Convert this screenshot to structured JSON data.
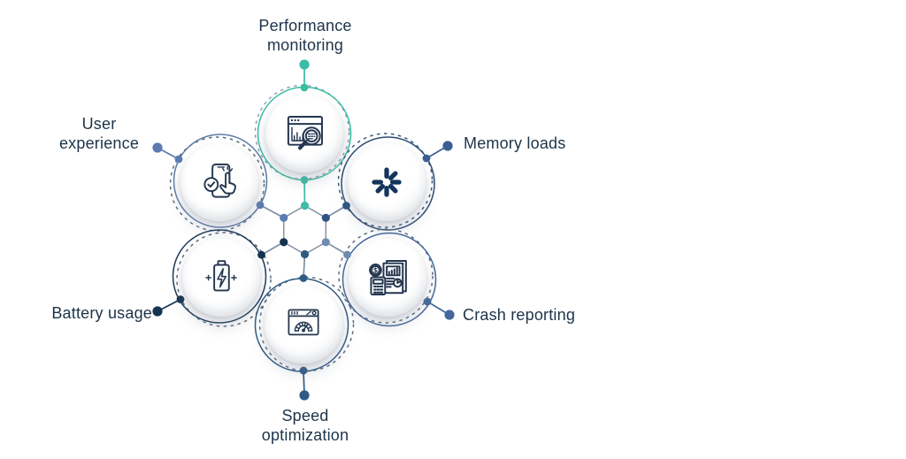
{
  "diagram": {
    "type": "radial-hub-infographic",
    "hub": {
      "shape": "hexagon-ring-with-colored-vertex-dots"
    },
    "nodes": [
      {
        "id": "performance-monitoring",
        "position": "top",
        "label": "Performance monitoring",
        "label_lines": [
          "Performance",
          "monitoring"
        ],
        "accent": "#3bbda5",
        "icon": "browser-analytics-magnifier-icon"
      },
      {
        "id": "user-experience",
        "position": "upper-left",
        "label": "User experience",
        "label_lines": [
          "User",
          "experience"
        ],
        "accent": "#5b7cb0",
        "icon": "phone-tap-check-icon"
      },
      {
        "id": "memory-loads",
        "position": "upper-right",
        "label": "Memory loads",
        "label_lines": [
          "Memory loads"
        ],
        "accent": "#2f5384",
        "icon": "loading-spinner-icon"
      },
      {
        "id": "battery-usage",
        "position": "lower-left",
        "label": "Battery usage",
        "label_lines": [
          "Battery usage"
        ],
        "accent": "#1c3a58",
        "icon": "battery-charging-icon"
      },
      {
        "id": "crash-reporting",
        "position": "lower-right",
        "label": "Crash reporting",
        "label_lines": [
          "Crash reporting"
        ],
        "accent": "#44689a",
        "icon": "report-calculator-icon"
      },
      {
        "id": "speed-optimization",
        "position": "bottom",
        "label": "Speed optimization",
        "label_lines": [
          "Speed",
          "optimization"
        ],
        "accent": "#2e5b83",
        "icon": "speedometer-gauge-icon"
      }
    ],
    "palette": {
      "background": "#ffffff",
      "label_text": "#1d3349",
      "icon_stroke": "#24364f",
      "hub_ring": "#8494a6",
      "spoke_gray": "#7e8ea2",
      "dashed_ring": "#5c6b7d",
      "teal": "#3bbda5",
      "steel_blue": "#5b7cb0",
      "navy": "#2f5384",
      "dark_navy": "#1c3a58",
      "medium_blue": "#2e5b83",
      "light_steel": "#6e8cb0"
    }
  }
}
